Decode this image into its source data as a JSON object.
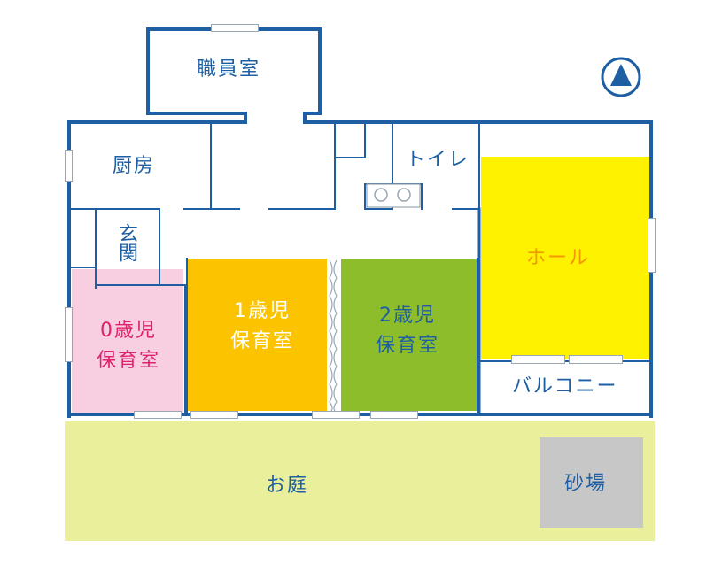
{
  "colors": {
    "wall": "#1e5fa3",
    "garden": "#e9ef9b",
    "sandbox": "#c7c7c7",
    "room0": "#f8cfe0",
    "room1": "#fcc400",
    "room2": "#8dbd2a",
    "hall": "#fff200",
    "label_pink": "#e0226e",
    "label_white": "#ffffff",
    "label_orange": "#f39800"
  },
  "compass": {
    "icon": "north-arrow-icon"
  },
  "labels": {
    "staff_room": "職員室",
    "kitchen": "厨房",
    "toilet": "トイレ",
    "entrance": "玄関",
    "room0": "0歳児\n保育室",
    "room1": "1歳児\n保育室",
    "room2": "2歳児\n保育室",
    "hall": "ホール",
    "balcony": "バルコニー",
    "garden": "お庭",
    "sandbox": "砂場"
  }
}
